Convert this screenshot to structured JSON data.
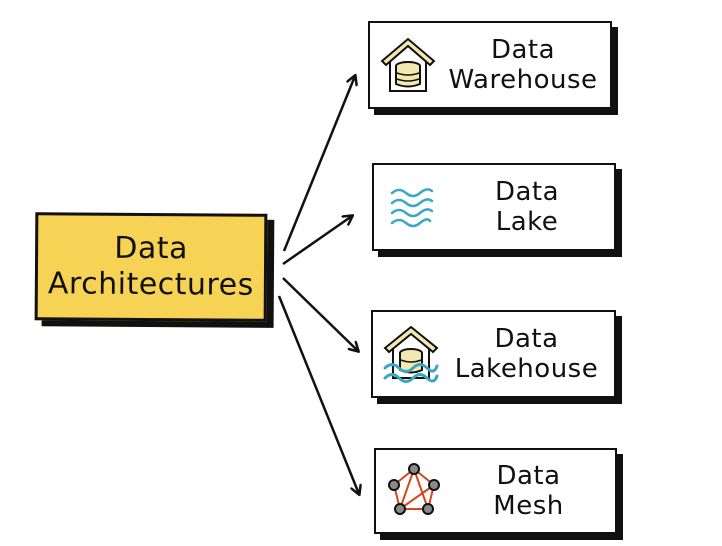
{
  "diagram": {
    "root": {
      "line1": "Data",
      "line2": "Architectures",
      "fill": "#f7d355"
    },
    "nodes": [
      {
        "line1": "Data",
        "line2": "Warehouse",
        "icon": "warehouse-icon"
      },
      {
        "line1": "Data",
        "line2": "Lake",
        "icon": "waves-icon"
      },
      {
        "line1": "Data",
        "line2": "Lakehouse",
        "icon": "lakehouse-icon"
      },
      {
        "line1": "Data",
        "line2": "Mesh",
        "icon": "mesh-network-icon"
      }
    ],
    "colors": {
      "ink": "#111111",
      "roof": "#f3e9b0",
      "water": "#3aa7c6",
      "mesh_edge": "#d9441c",
      "mesh_node": "#8a8a8a"
    }
  }
}
